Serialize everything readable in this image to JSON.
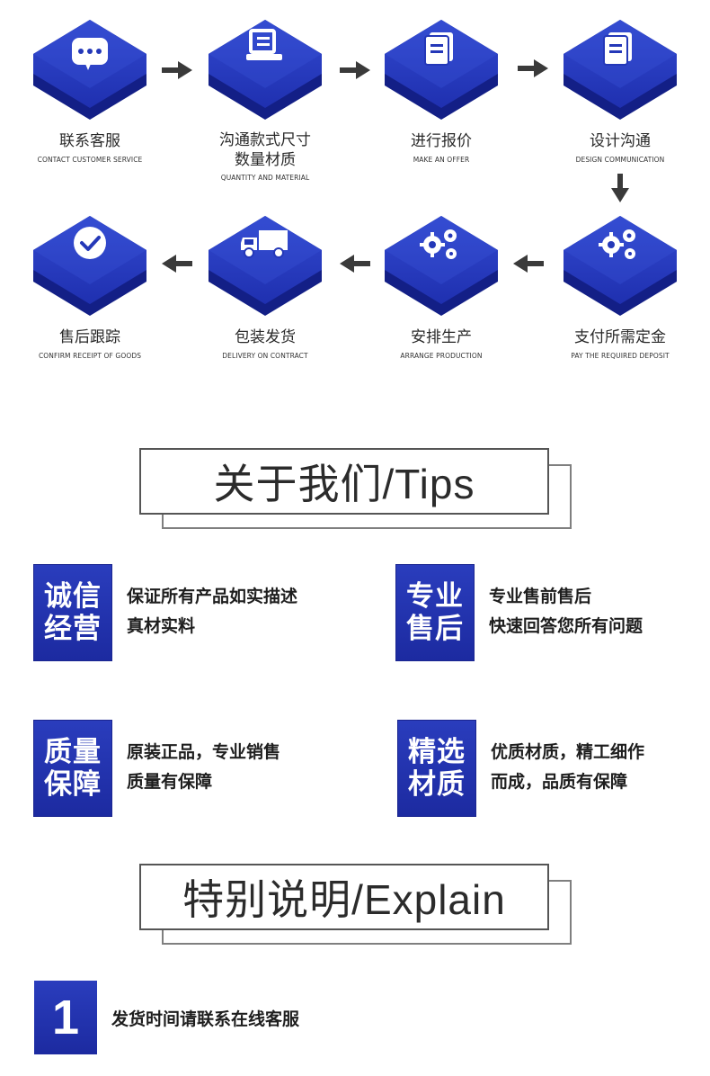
{
  "steps": [
    {
      "title": "联系客服",
      "subtitle": "CONTACT CUSTOMER SERVICE",
      "icon": "chat-bubble-icon"
    },
    {
      "title_line1": "沟通款式尺寸",
      "title_line2": "数量材质",
      "subtitle": "QUANTITY AND MATERIAL",
      "icon": "clipboard-list-icon"
    },
    {
      "title": "进行报价",
      "subtitle": "MAKE AN OFFER",
      "icon": "document-icon"
    },
    {
      "title": "设计沟通",
      "subtitle": "DESIGN COMMUNICATION",
      "icon": "document-icon"
    },
    {
      "title": "支付所需定金",
      "subtitle": "PAY THE REQUIRED DEPOSIT",
      "icon": "gears-icon"
    },
    {
      "title": "安排生产",
      "subtitle": "ARRANGE PRODUCTION",
      "icon": "gears-icon"
    },
    {
      "title": "包装发货",
      "subtitle": "DELIVERY ON CONTRACT",
      "icon": "truck-icon"
    },
    {
      "title": "售后跟踪",
      "subtitle": "CONFIRM RECEIPT OF GOODS",
      "icon": "check-circle-icon"
    }
  ],
  "tips_heading": "关于我们/Tips",
  "features": [
    {
      "badge": "诚信经营",
      "line1": "保证所有产品如实描述",
      "line2": "真材实料"
    },
    {
      "badge": "专业售后",
      "line1": "专业售前售后",
      "line2": "快速回答您所有问题"
    },
    {
      "badge": "质量保障",
      "line1": "原装正品，专业销售",
      "line2": "质量有保障"
    },
    {
      "badge": "精选材质",
      "line1": "优质材质，精工细作",
      "line2": "而成，品质有保障"
    }
  ],
  "explain_heading": "特别说明/Explain",
  "note": {
    "number": "1",
    "text": "发货时间请联系在线客服"
  },
  "colors": {
    "hex_top": "#2a3fc4",
    "hex_side": "#152391",
    "badge": "#1f2fa8",
    "arrow": "#3a3a3a"
  }
}
